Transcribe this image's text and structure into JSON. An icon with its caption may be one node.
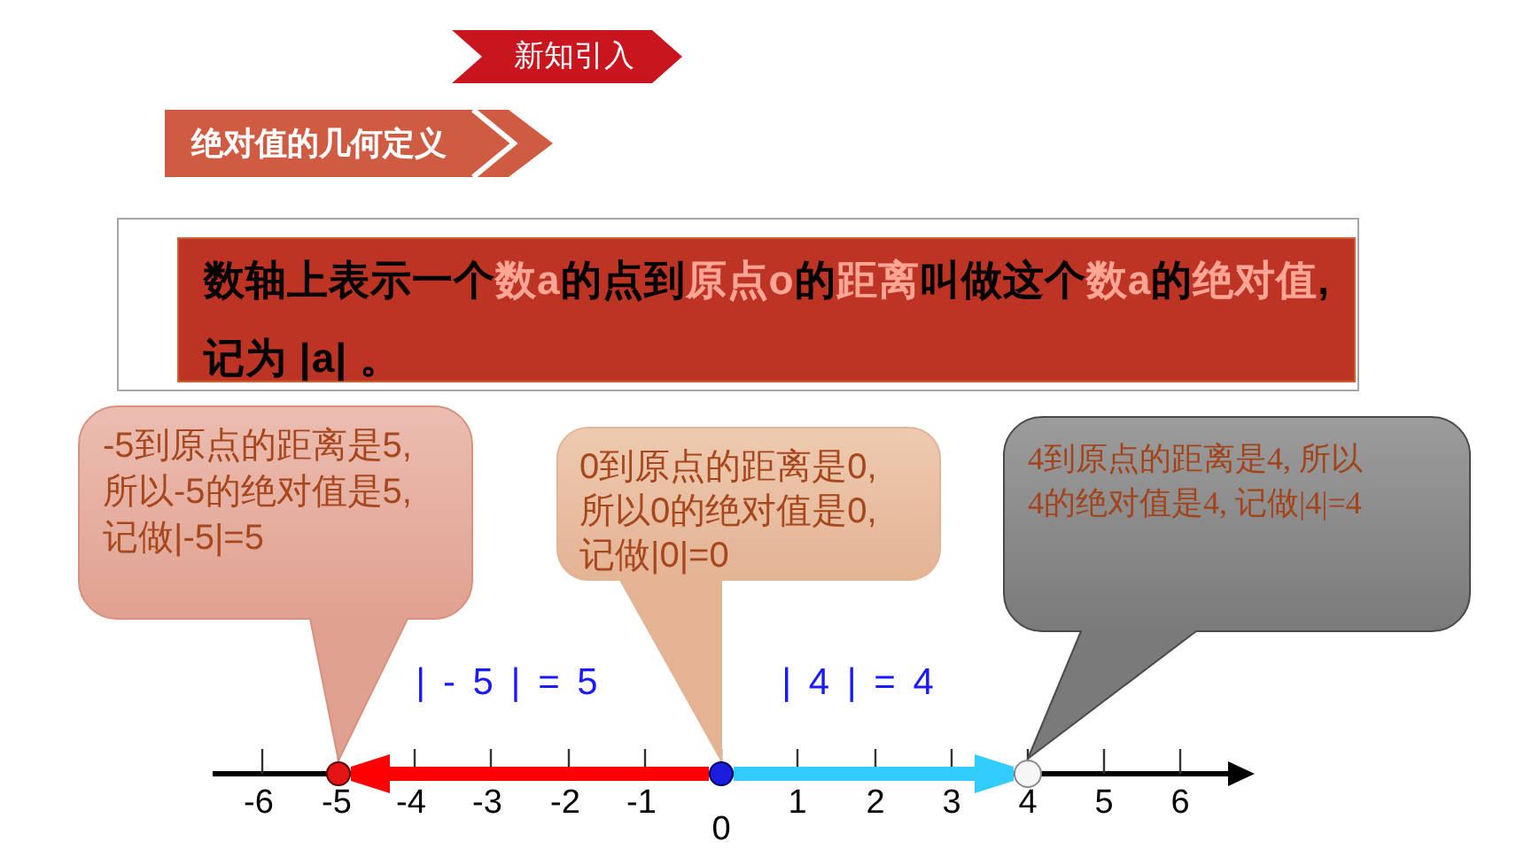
{
  "diagram": {
    "nodes": [
      {
        "text": [
          "新知引入"
        ]
      },
      {
        "text": [
          "绝对值的几何定义"
        ]
      },
      {
        "text": [
          "数轴上表示一个**数a**的点到**原点o**的**距离**叫做这个**数a**的**绝对值**,记为 |a| 。"
        ]
      },
      {
        "text": [
          "-5到原点的距离是5,所以-5的绝对值是5,记做|-5|=5"
        ]
      },
      {
        "text": [
          "0到原点的距离是0,所以0的绝对值是0,记做|0|=0"
        ]
      },
      {
        "text": [
          "4到原点的距离是4, 所以4的绝对值是4, 记做|4|=4"
        ]
      },
      {
        "text": [],
        "shape": "circle"
      },
      {
        "text": [],
        "shape": "circle"
      },
      {
        "text": [],
        "shape": "circle"
      }
    ],
    "edges": [
      {
        "from": 7,
        "to": 6,
        "arrow": "to",
        "color": "#ff0000"
      },
      {
        "from": 7,
        "to": 8,
        "arrow": "to",
        "color": "#33ccff"
      }
    ],
    "labels": [
      "| - 5 | = 5",
      "| 4 | = 4",
      "-6",
      "-5",
      "-4",
      "-3",
      "-2",
      "-1",
      "0",
      "1",
      "2",
      "3",
      "4",
      "5",
      "6"
    ]
  }
}
